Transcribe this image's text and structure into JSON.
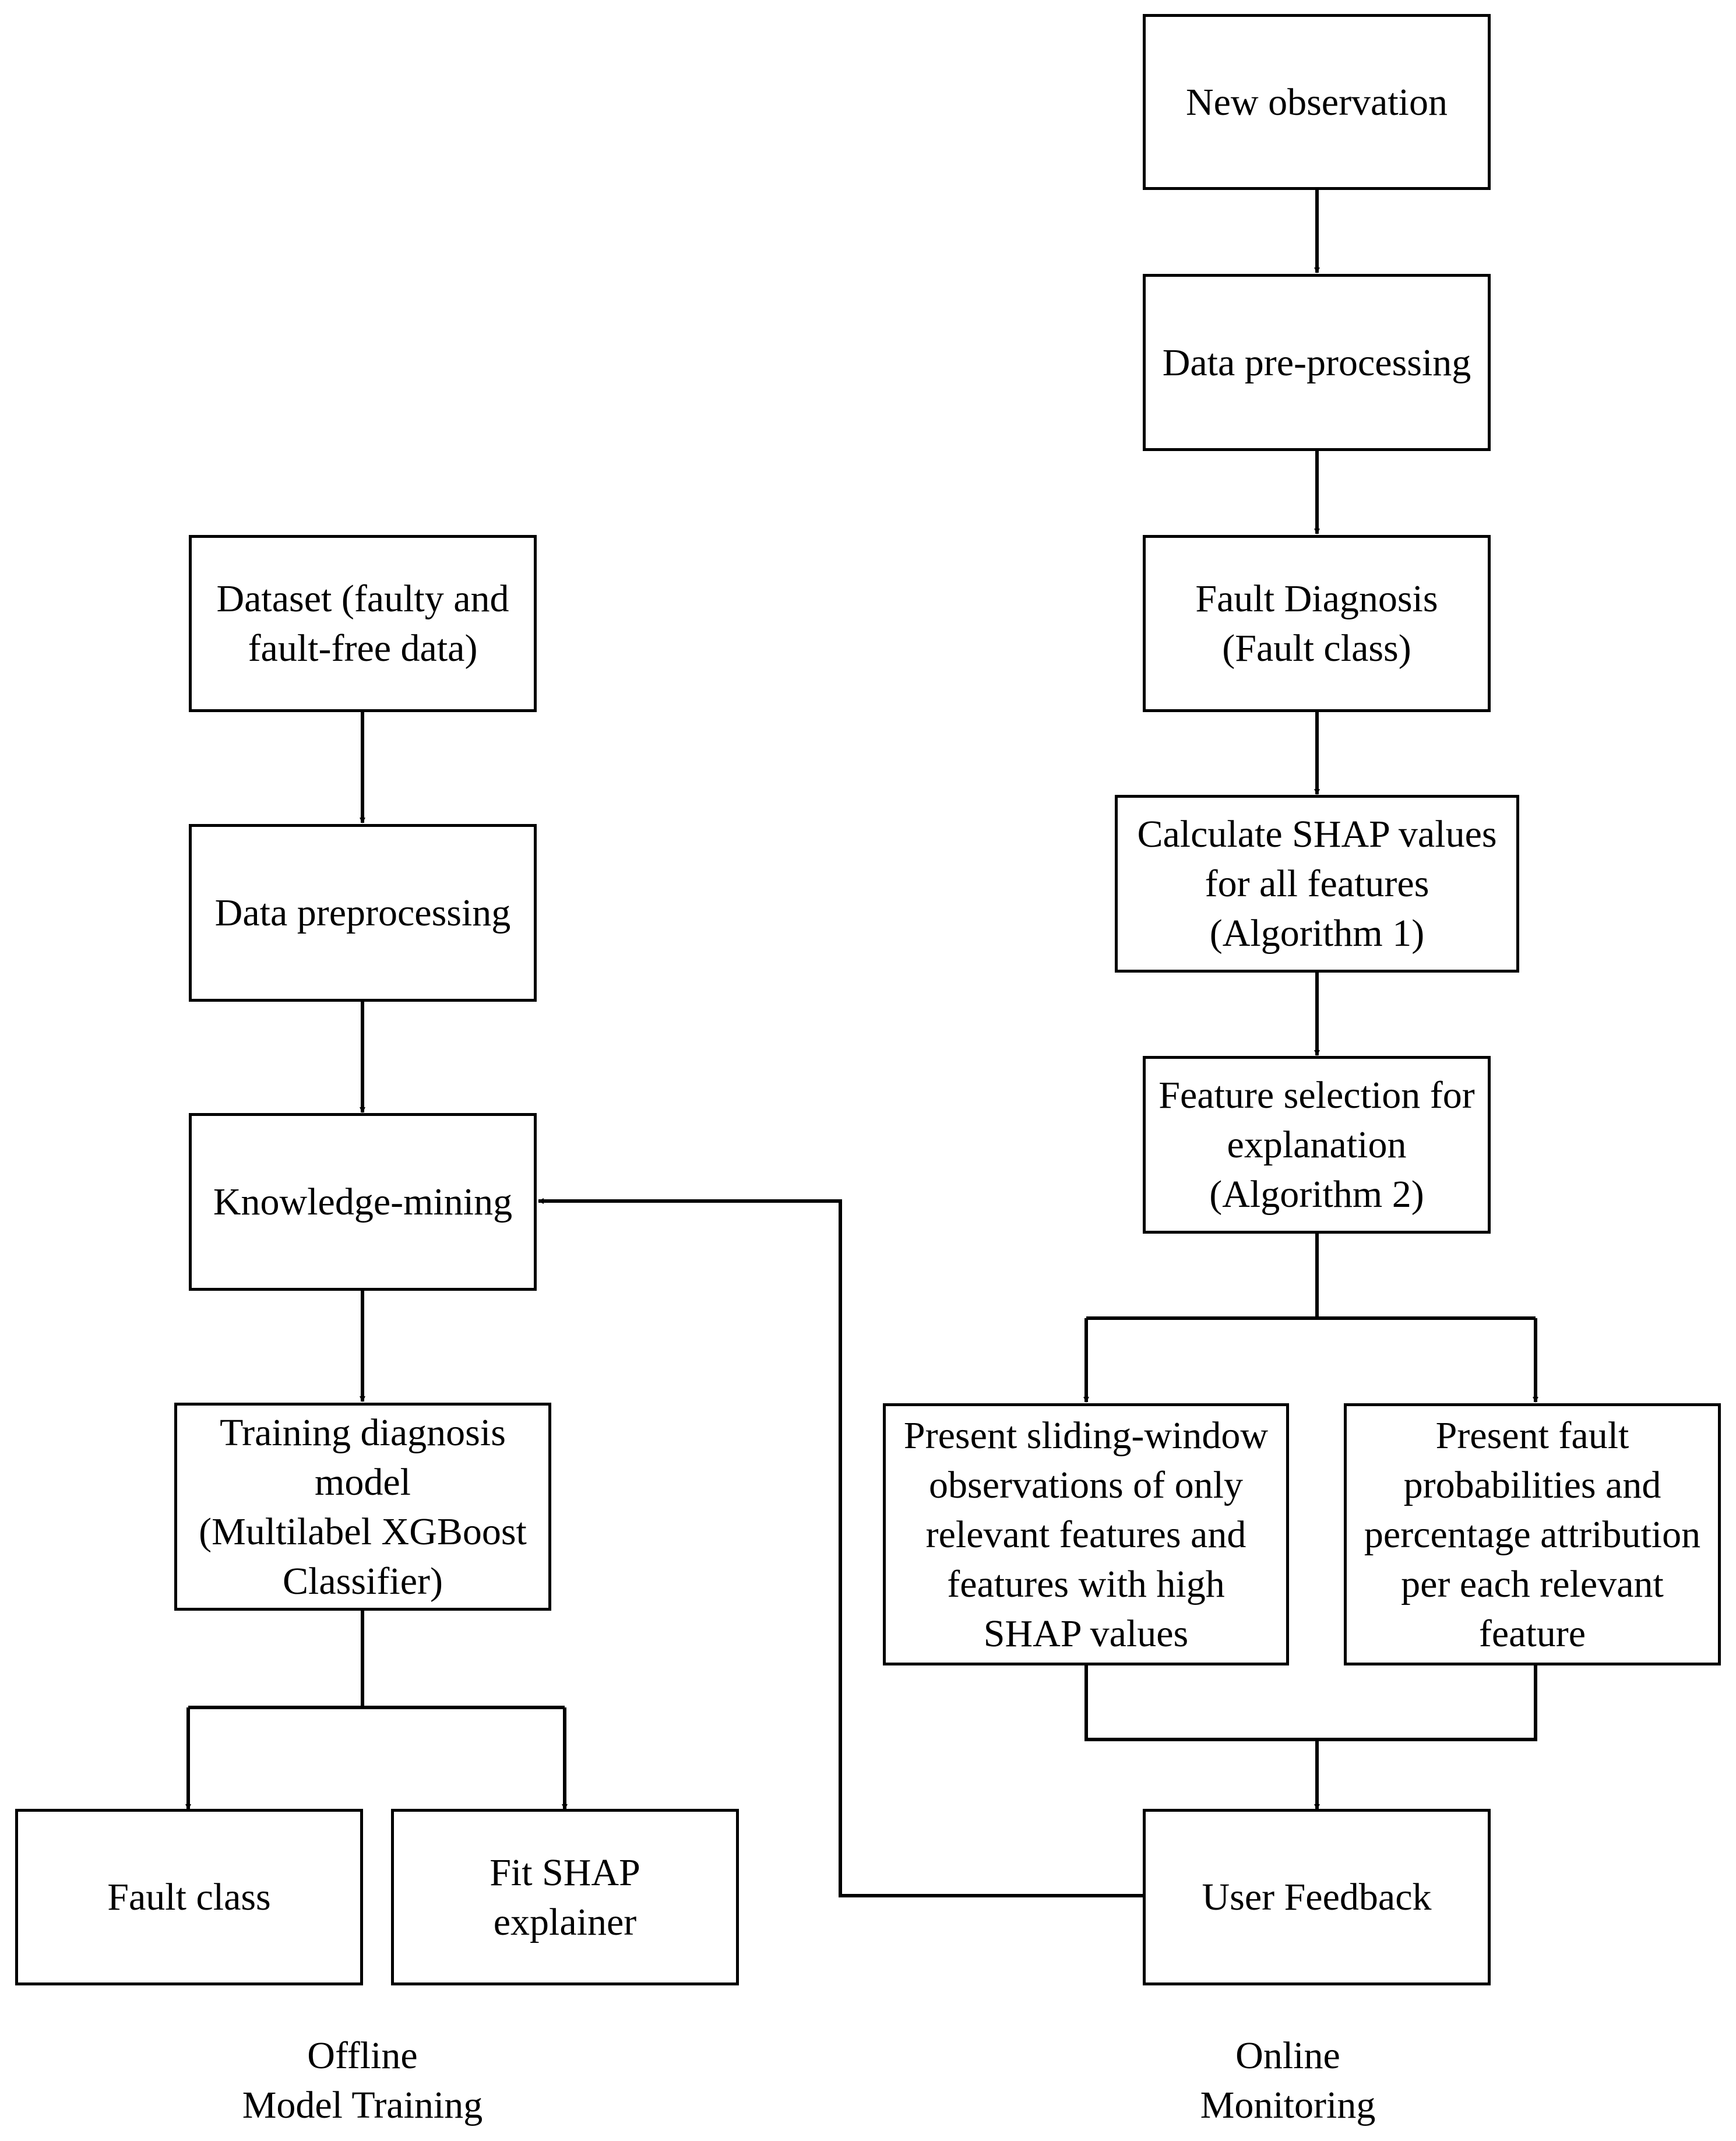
{
  "offline": {
    "caption": "Offline\nModel Training",
    "dataset": "Dataset (faulty and\nfault-free data)",
    "preprocessing": "Data preprocessing",
    "knowledge_mining": "Knowledge-mining",
    "training": "Training diagnosis\nmodel\n(Multilabel XGBoost\nClassifier)",
    "fault_class": "Fault class",
    "fit_shap": "Fit SHAP\nexplainer"
  },
  "online": {
    "caption": "Online\nMonitoring",
    "new_observation": "New observation",
    "preprocessing": "Data pre-processing",
    "fault_diagnosis": "Fault Diagnosis\n(Fault class)",
    "calculate_shap": "Calculate SHAP  values\nfor all features\n(Algorithm 1)",
    "feature_selection": "Feature selection for\nexplanation\n(Algorithm 2)",
    "present_sliding": "Present sliding-window\nobservations of only\nrelevant features and\nfeatures with high\nSHAP values",
    "present_probabilities": "Present fault\nprobabilities and\npercentage attribution\nper each relevant\nfeature",
    "user_feedback": "User Feedback"
  },
  "colors": {
    "stroke": "#000000",
    "background": "#ffffff"
  }
}
